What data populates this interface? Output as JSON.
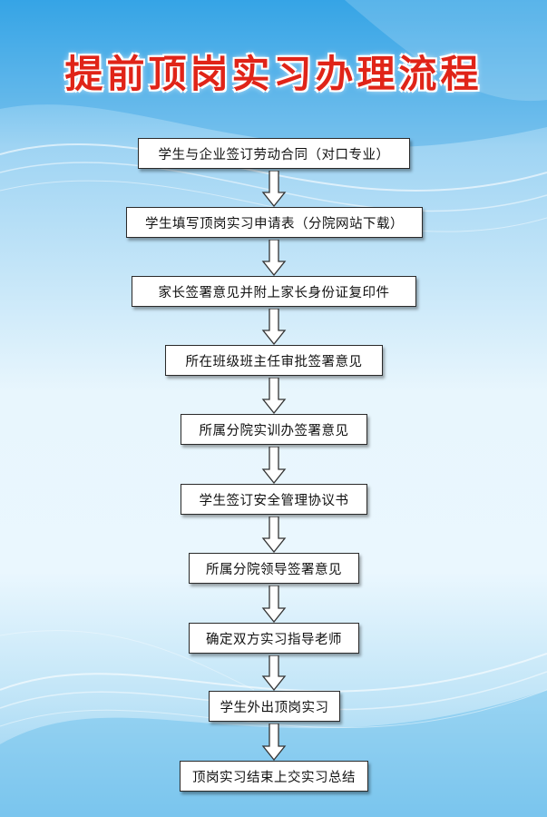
{
  "title": "提前顶岗实习办理流程",
  "colors": {
    "title": "#e02418",
    "box_border": "#2a2a2a",
    "arrow_stroke": "#333333",
    "bg_top": "#3aa8e8",
    "bg_mid": "#eaf7fe"
  },
  "steps": [
    "学生与企业签订劳动合同（对口专业）",
    "学生填写顶岗实习申请表（分院网站下载）",
    "家长签署意见并附上家长身份证复印件",
    "所在班级班主任审批签署意见",
    "所属分院实训办签署意见",
    "学生签订安全管理协议书",
    "所属分院领导签署意见",
    "确定双方实习指导老师",
    "学生外出顶岗实习",
    "顶岗实习结束上交实习总结"
  ]
}
